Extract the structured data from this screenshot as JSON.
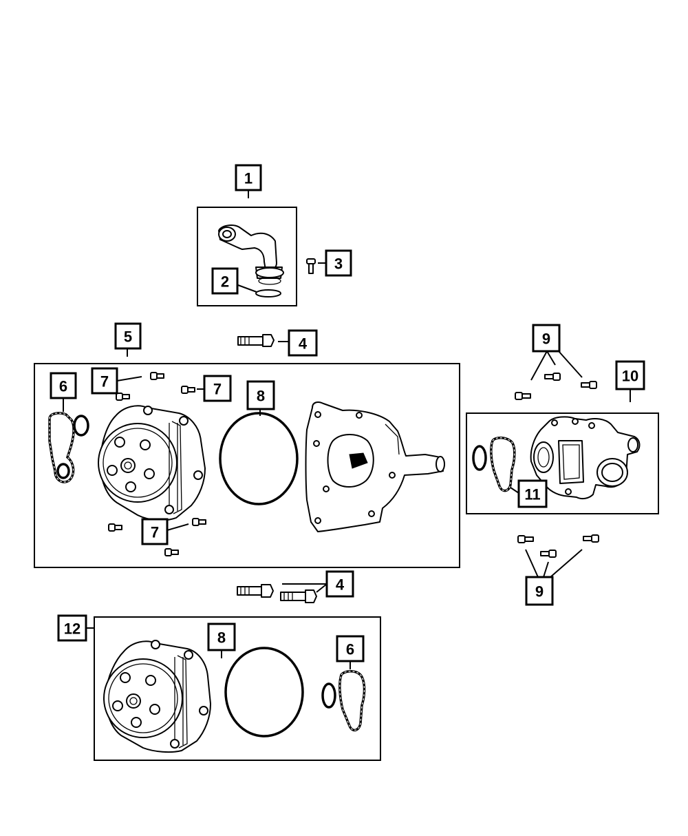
{
  "callouts": [
    {
      "id": "c1",
      "label": "1"
    },
    {
      "id": "c2",
      "label": "2"
    },
    {
      "id": "c3",
      "label": "3"
    },
    {
      "id": "c4a",
      "label": "4"
    },
    {
      "id": "c4b",
      "label": "4"
    },
    {
      "id": "c5",
      "label": "5"
    },
    {
      "id": "c6a",
      "label": "6"
    },
    {
      "id": "c6b",
      "label": "6"
    },
    {
      "id": "c7a",
      "label": "7"
    },
    {
      "id": "c7b",
      "label": "7"
    },
    {
      "id": "c7c",
      "label": "7"
    },
    {
      "id": "c8a",
      "label": "8"
    },
    {
      "id": "c8b",
      "label": "8"
    },
    {
      "id": "c9a",
      "label": "9"
    },
    {
      "id": "c9b",
      "label": "9"
    },
    {
      "id": "c10",
      "label": "10"
    },
    {
      "id": "c11",
      "label": "11"
    },
    {
      "id": "c12",
      "label": "12"
    }
  ]
}
